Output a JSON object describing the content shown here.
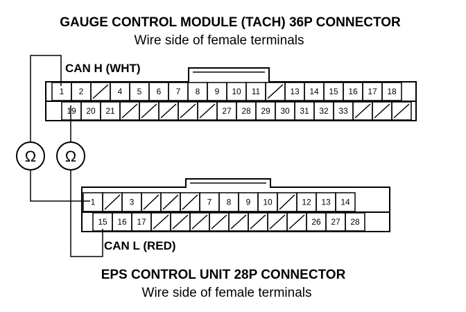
{
  "gauge_connector": {
    "title": "GAUGE CONTROL MODULE (TACH) 36P CONNECTOR",
    "subtitle": "Wire side of female terminals",
    "wire_label": "CAN H (WHT)",
    "top_row": [
      "1",
      "2",
      "",
      "4",
      "5",
      "6",
      "7",
      "8",
      "9",
      "10",
      "11",
      "",
      "13",
      "14",
      "15",
      "16",
      "17",
      "18"
    ],
    "bottom_row": [
      "19",
      "20",
      "21",
      "",
      "",
      "",
      "",
      "",
      "27",
      "28",
      "29",
      "30",
      "31",
      "32",
      "33",
      "",
      "",
      ""
    ]
  },
  "eps_connector": {
    "title": "EPS CONTROL UNIT 28P CONNECTOR",
    "subtitle": "Wire side of female terminals",
    "wire_label": "CAN L (RED)",
    "top_row": [
      "1",
      "",
      "3",
      "",
      "",
      "",
      "7",
      "8",
      "9",
      "10",
      "",
      "12",
      "13",
      "14"
    ],
    "bottom_row": [
      "15",
      "16",
      "17",
      "",
      "",
      "",
      "",
      "",
      "",
      "",
      "",
      "26",
      "27",
      "28"
    ]
  },
  "meters": [
    {
      "symbol": "Ω"
    },
    {
      "symbol": "Ω"
    }
  ]
}
